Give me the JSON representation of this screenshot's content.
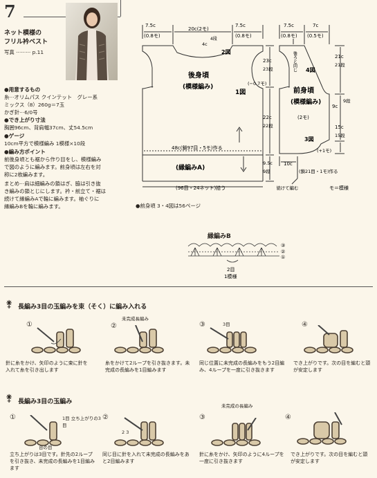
{
  "header": {
    "number": "7",
    "title_line1": "ネット模様の",
    "title_line2": "フリル衿ベスト",
    "photo_ref": "写真 ········· p.11"
  },
  "materials": {
    "heading": "●用意するもの",
    "yarn_line1": "糸···オリムパス クインテット　グレー系",
    "yarn_line2": "ミックス（8）260g＝7玉",
    "hook": "かぎ針···6/0号"
  },
  "size": {
    "heading": "●でき上がり寸法",
    "value": "胸囲96cm、背肩幅37cm、丈54.5cm"
  },
  "gauge": {
    "heading": "●ゲージ",
    "value": "10cm平方で模様編み 1模様×10段"
  },
  "points": {
    "heading": "●編み方ポイント",
    "line1": "前後身頃とも裾から作り目をし、模様編み",
    "line2": "で図のように編みます。前身頃は左右を対",
    "line3": "称に2枚編みます。",
    "line4": "まとめ···肩は細編みの鎖はぎ、脇は引き抜",
    "line5": "き編みの鎖とじにします。衿・前立て・裾は",
    "line6": "続けて縁編みAで輪に編みます。袖ぐりに",
    "line7": "縁編みBを輪に編みます。"
  },
  "back_diagram": {
    "dim_left": "7.5c",
    "dim_left_sub": "(0.8モ)",
    "dim_center": "20c(2モ)",
    "dim_right": "7.5c",
    "dim_right_sub": "(0.8モ)",
    "dim_neck": "4c",
    "dim_neck_rows": "4段",
    "label_2": "2図",
    "title": "後身頃",
    "subtitle": "(模様編み)",
    "label_1": "1図",
    "armhole": "23c",
    "armhole_rows": "23段",
    "dec": "(−0.7モ)",
    "body": "22c",
    "body_rows": "22段",
    "hem_count": "48c(鎖97目・5モ)作る",
    "border": "(縁編みA)",
    "border_h": "9.5c",
    "border_rows": "9段",
    "bottom_total": "(96目・24ネット)拾う"
  },
  "front_diagram": {
    "dim_a": "7.5c",
    "dim_a_sub": "(0.8モ)",
    "dim_b": "7c",
    "dim_b_sub": "(0.5モ)",
    "note_v": "後ろと同じ",
    "label_4": "4図",
    "title": "前身頃",
    "subtitle": "(模様編み)",
    "center": "(2モ)",
    "label_3": "3図",
    "plus": "(+1モ)",
    "side_21": "21c",
    "side_21r": "21段",
    "side_9": "9c",
    "side_9r": "9段",
    "side_15": "15c",
    "side_15r": "15段",
    "hem": "10c",
    "hem_count": "(鎖21目・1モ)作る",
    "cont": "前と続けて編む",
    "legend": "モ＝模様"
  },
  "front_note": "●前身頃 3・4図は56ページ",
  "edging_b": {
    "title": "縁編みB",
    "rows": [
      "③",
      "②",
      "①"
    ],
    "pattern": "2目",
    "repeat": "1模様"
  },
  "section1": {
    "title": "長編み3目の玉編みを束（そく）に編み入れる",
    "steps": [
      {
        "num": "①",
        "text": "針に糸をかけ、矢印のように束に針を入れて糸を引き出します"
      },
      {
        "num": "②",
        "text": "糸をかけて2ループを引き抜きます。未完成の長編みを1目編みます",
        "label": "未完成長編み"
      },
      {
        "num": "③",
        "text": "同じ位置に未完成の長編みをもう2目編み、4ループを一度に引き抜きます",
        "label": "3目"
      },
      {
        "num": "④",
        "text": "でき上がりです。次の目を編むと頭が安定します"
      }
    ]
  },
  "section2": {
    "title": "長編み3目の玉編み",
    "steps": [
      {
        "num": "①",
        "text": "立ち上がりは3目です。針先の2ループを引き抜き、未完成の長編みを1目編みます",
        "label": "1目 立ち上がりの3目",
        "label2": "台の目"
      },
      {
        "num": "②",
        "text": "同じ目に針を入れて未完成の長編みをあと2目編みます",
        "label": "2 3"
      },
      {
        "num": "③",
        "text": "針に糸をかけ、矢印のように4ループを一度に引き抜きます",
        "label": "未完成の長編み"
      },
      {
        "num": "④",
        "text": "でき上がりです。次の目を編むと頭が安定します"
      }
    ]
  }
}
